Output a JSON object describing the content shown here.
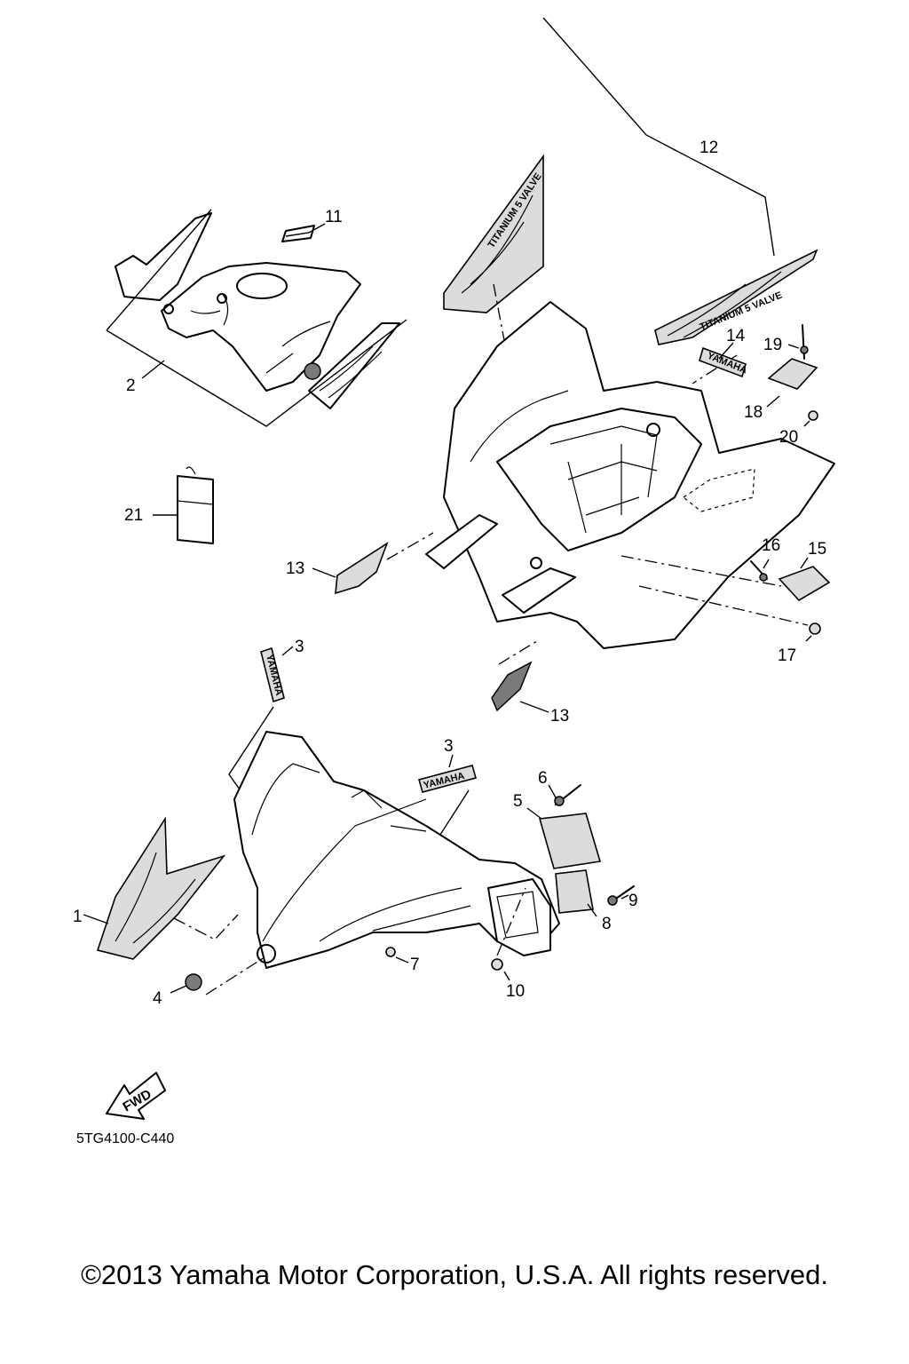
{
  "callouts": [
    "1",
    "2",
    "3",
    "3",
    "4",
    "5",
    "6",
    "7",
    "8",
    "9",
    "10",
    "11",
    "12",
    "13",
    "13",
    "14",
    "15",
    "16",
    "17",
    "18",
    "19",
    "20",
    "21"
  ],
  "emblem_text": "YAMAHA",
  "decal_text": "TITANIUM 5 VALVE",
  "direction_label": "FWD",
  "drawing_code": "5TG4100-C440",
  "copyright": "©2013 Yamaha Motor Corporation, U.S.A. All rights reserved."
}
